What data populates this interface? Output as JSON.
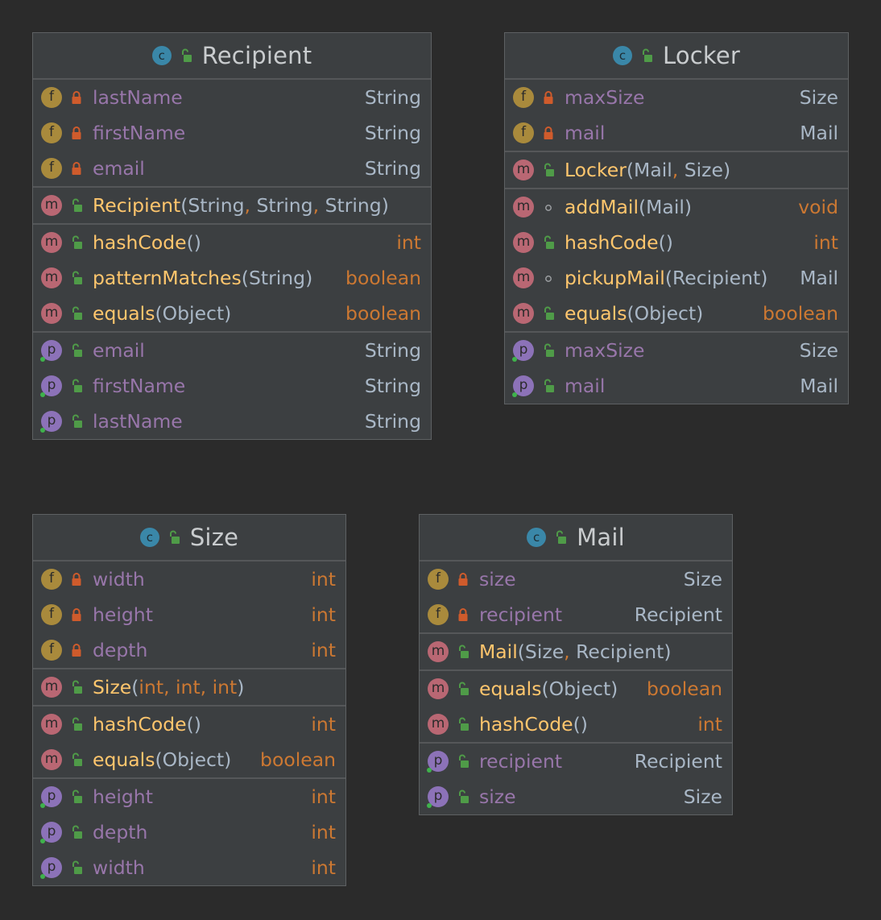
{
  "classes": [
    {
      "name": "Recipient",
      "sections": [
        {
          "kind": "fields",
          "rows": [
            {
              "icon": "f",
              "vis": "private",
              "name": "lastName",
              "type": "String"
            },
            {
              "icon": "f",
              "vis": "private",
              "name": "firstName",
              "type": "String"
            },
            {
              "icon": "f",
              "vis": "private",
              "name": "email",
              "type": "String"
            }
          ]
        },
        {
          "kind": "constructors",
          "rows": [
            {
              "icon": "m",
              "vis": "public",
              "name": "Recipient",
              "params": [
                "String",
                "String",
                "String"
              ],
              "type": ""
            }
          ]
        },
        {
          "kind": "methods",
          "rows": [
            {
              "icon": "m",
              "vis": "public",
              "name": "hashCode",
              "params": [],
              "type": "int"
            },
            {
              "icon": "m",
              "vis": "public",
              "name": "patternMatches",
              "params": [
                "String"
              ],
              "type": "boolean"
            },
            {
              "icon": "m",
              "vis": "public",
              "name": "equals",
              "params": [
                "Object"
              ],
              "type": "boolean"
            }
          ]
        },
        {
          "kind": "properties",
          "rows": [
            {
              "icon": "p",
              "vis": "public",
              "name": "email",
              "type": "String"
            },
            {
              "icon": "p",
              "vis": "public",
              "name": "firstName",
              "type": "String"
            },
            {
              "icon": "p",
              "vis": "public",
              "name": "lastName",
              "type": "String"
            }
          ]
        }
      ]
    },
    {
      "name": "Locker",
      "sections": [
        {
          "kind": "fields",
          "rows": [
            {
              "icon": "f",
              "vis": "private",
              "name": "maxSize",
              "type": "Size"
            },
            {
              "icon": "f",
              "vis": "private",
              "name": "mail",
              "type": "Mail"
            }
          ]
        },
        {
          "kind": "constructors",
          "rows": [
            {
              "icon": "m",
              "vis": "public",
              "name": "Locker",
              "params": [
                "Mail",
                "Size"
              ],
              "type": ""
            }
          ]
        },
        {
          "kind": "methods",
          "rows": [
            {
              "icon": "m",
              "vis": "package",
              "name": "addMail",
              "params": [
                "Mail"
              ],
              "type": "void"
            },
            {
              "icon": "m",
              "vis": "public",
              "name": "hashCode",
              "params": [],
              "type": "int"
            },
            {
              "icon": "m",
              "vis": "package",
              "name": "pickupMail",
              "params": [
                "Recipient"
              ],
              "type": "Mail"
            },
            {
              "icon": "m",
              "vis": "public",
              "name": "equals",
              "params": [
                "Object"
              ],
              "type": "boolean"
            }
          ]
        },
        {
          "kind": "properties",
          "rows": [
            {
              "icon": "p",
              "vis": "public",
              "name": "maxSize",
              "type": "Size"
            },
            {
              "icon": "p",
              "vis": "public",
              "name": "mail",
              "type": "Mail"
            }
          ]
        }
      ]
    },
    {
      "name": "Size",
      "sections": [
        {
          "kind": "fields",
          "rows": [
            {
              "icon": "f",
              "vis": "private",
              "name": "width",
              "type": "int"
            },
            {
              "icon": "f",
              "vis": "private",
              "name": "height",
              "type": "int"
            },
            {
              "icon": "f",
              "vis": "private",
              "name": "depth",
              "type": "int"
            }
          ]
        },
        {
          "kind": "constructors",
          "rows": [
            {
              "icon": "m",
              "vis": "public",
              "name": "Size",
              "params": [
                "int",
                "int",
                "int"
              ],
              "type": ""
            }
          ]
        },
        {
          "kind": "methods",
          "rows": [
            {
              "icon": "m",
              "vis": "public",
              "name": "hashCode",
              "params": [],
              "type": "int"
            },
            {
              "icon": "m",
              "vis": "public",
              "name": "equals",
              "params": [
                "Object"
              ],
              "type": "boolean"
            }
          ]
        },
        {
          "kind": "properties",
          "rows": [
            {
              "icon": "p",
              "vis": "public",
              "name": "height",
              "type": "int"
            },
            {
              "icon": "p",
              "vis": "public",
              "name": "depth",
              "type": "int"
            },
            {
              "icon": "p",
              "vis": "public",
              "name": "width",
              "type": "int"
            }
          ]
        }
      ]
    },
    {
      "name": "Mail",
      "sections": [
        {
          "kind": "fields",
          "rows": [
            {
              "icon": "f",
              "vis": "private",
              "name": "size",
              "type": "Size"
            },
            {
              "icon": "f",
              "vis": "private",
              "name": "recipient",
              "type": "Recipient"
            }
          ]
        },
        {
          "kind": "constructors",
          "rows": [
            {
              "icon": "m",
              "vis": "public",
              "name": "Mail",
              "params": [
                "Size",
                "Recipient"
              ],
              "type": ""
            }
          ]
        },
        {
          "kind": "methods",
          "rows": [
            {
              "icon": "m",
              "vis": "public",
              "name": "equals",
              "params": [
                "Object"
              ],
              "type": "boolean"
            },
            {
              "icon": "m",
              "vis": "public",
              "name": "hashCode",
              "params": [],
              "type": "int"
            }
          ]
        },
        {
          "kind": "properties",
          "rows": [
            {
              "icon": "p",
              "vis": "public",
              "name": "recipient",
              "type": "Recipient"
            },
            {
              "icon": "p",
              "vis": "public",
              "name": "size",
              "type": "Size"
            }
          ]
        }
      ]
    }
  ],
  "colors": {
    "background": "#2b2b2b",
    "node": "#3c3f41",
    "field_name": "#9876aa",
    "method_name": "#ffc66d",
    "keyword_type": "#cc7832",
    "type": "#a9b7c6",
    "lock": "#cf5b2c",
    "unlock": "#4f9b48"
  }
}
